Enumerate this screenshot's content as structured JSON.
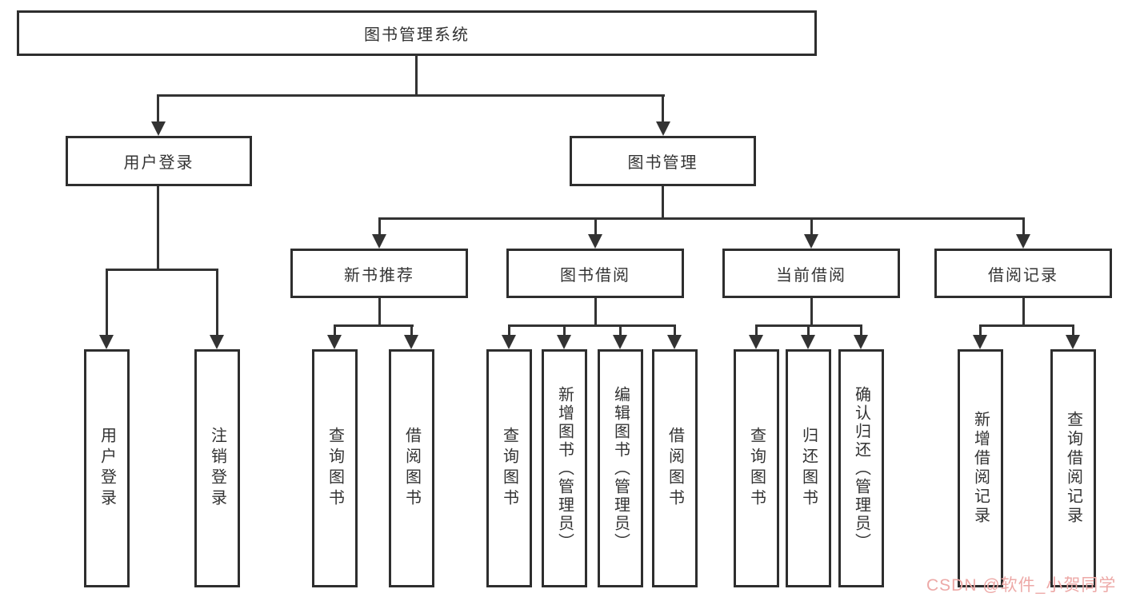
{
  "diagram": {
    "root": {
      "label": "图书管理系统"
    },
    "level1": {
      "user_login": {
        "label": "用户登录"
      },
      "book_mgmt": {
        "label": "图书管理"
      }
    },
    "level2": {
      "new_books": {
        "label": "新书推荐"
      },
      "book_borrow": {
        "label": "图书借阅"
      },
      "current_borrow": {
        "label": "当前借阅"
      },
      "borrow_records": {
        "label": "借阅记录"
      }
    },
    "leaves": {
      "login": "用户登录",
      "logout": "注销登录",
      "nb_query": "查询图书",
      "nb_borrow": "借阅图书",
      "bb_query": "查询图书",
      "bb_add": "新增图书（管理员）",
      "bb_edit": "编辑图书（管理员）",
      "bb_borrow": "借阅图书",
      "cb_query": "查询图书",
      "cb_return": "归还图书",
      "cb_confirm": "确认归还（管理员）",
      "br_add": "新增借阅记录",
      "br_query": "查询借阅记录"
    },
    "watermark": "CSDN @软件_小贺同学",
    "colors": {
      "line": "#333333",
      "text": "#333333",
      "border": "#2e2e2e",
      "watermark": "#eda9a7",
      "background": "#ffffff"
    }
  }
}
